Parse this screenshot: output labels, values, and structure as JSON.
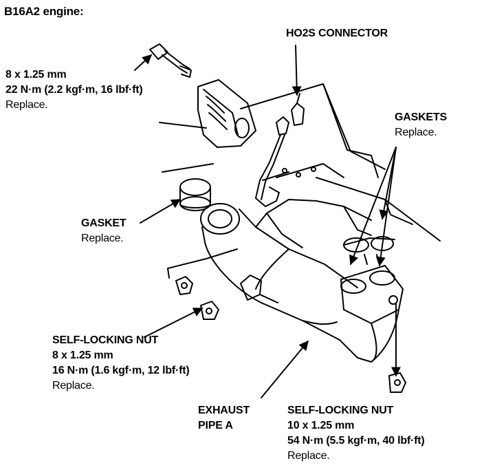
{
  "title": "B16A2 engine:",
  "callouts": {
    "bolt_top": {
      "size": "8 x 1.25 mm",
      "torque": "22 N·m (2.2 kgf·m, 16 lbf·ft)",
      "note": "Replace."
    },
    "ho2s_connector": {
      "name": "HO2S CONNECTOR"
    },
    "gaskets_right": {
      "name": "GASKETS",
      "note": "Replace."
    },
    "gasket_left": {
      "name": "GASKET",
      "note": "Replace."
    },
    "nut_left": {
      "name": "SELF-LOCKING NUT",
      "size": "8 x 1.25 mm",
      "torque": "16 N·m (1.6 kgf·m, 12 lbf·ft)",
      "note": "Replace."
    },
    "exhaust_pipe": {
      "line1": "EXHAUST",
      "line2": "PIPE A"
    },
    "nut_right": {
      "name": "SELF-LOCKING NUT",
      "size": "10 x 1.25 mm",
      "torque": "54 N·m (5.5 kgf·m, 40 lbf·ft)",
      "note": "Replace."
    }
  }
}
